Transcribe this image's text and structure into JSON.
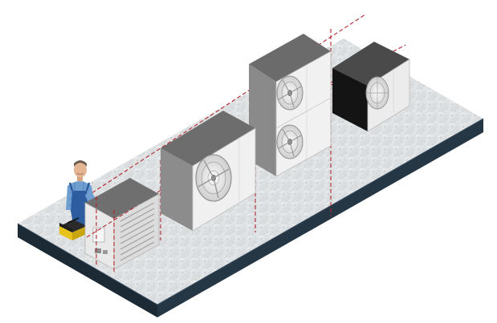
{
  "scene": {
    "colors": {
      "background": "#ffffff",
      "slab_top": "#e2e4e6",
      "slab_edge_dark": "#1c2a36",
      "guide_line": "#b3262e",
      "unit_light": "#eeeeee",
      "unit_dark": "#151515",
      "unit_top": "#6b6b6b",
      "technician_shirt": "#6f9fd0",
      "technician_overalls": "#2d5da0",
      "toolbox": "#e8c21a"
    },
    "objects": [
      {
        "id": "concrete-slab"
      },
      {
        "id": "technician",
        "icon": "technician-icon"
      },
      {
        "id": "toolbox",
        "icon": "toolbox-icon"
      },
      {
        "id": "small-vertical-unit"
      },
      {
        "id": "single-fan-unit"
      },
      {
        "id": "tall-dual-fan-unit"
      },
      {
        "id": "black-single-fan-unit"
      }
    ]
  }
}
